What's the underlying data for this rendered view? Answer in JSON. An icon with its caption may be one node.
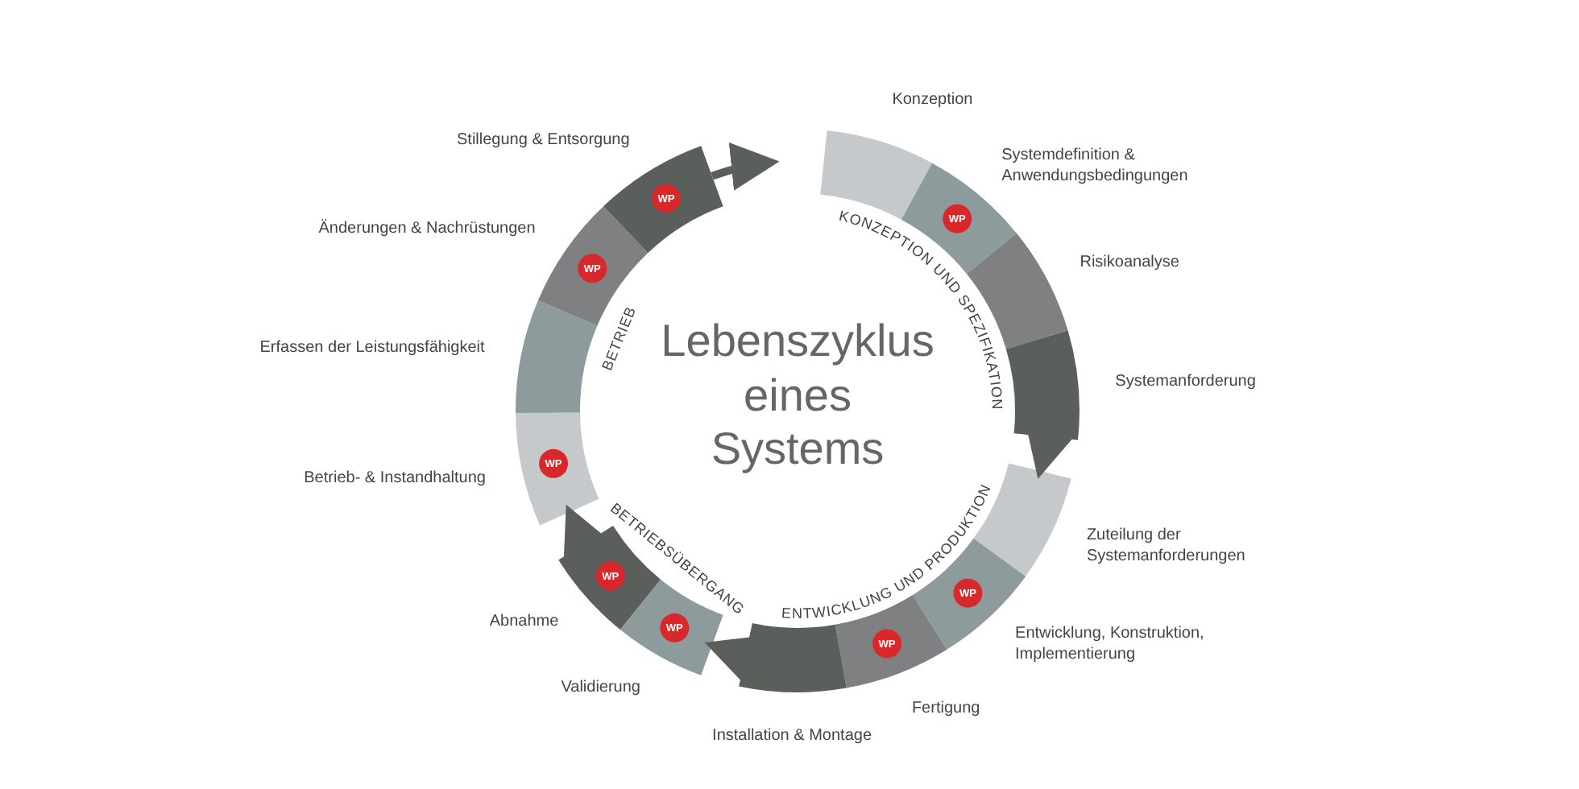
{
  "diagram": {
    "title": "Lebenszyklus eines Systems",
    "nodes": [
      {
        "text": [
          "KONZEPTION UND SPEZIFIKATION"
        ]
      },
      {
        "text": [],
        "shape": "bar",
        "in": 0,
        "beside": [
          "Konzeption"
        ]
      },
      {
        "text": [
          "WP"
        ],
        "in": 0,
        "beside": [
          "Systemdefinition & Anwendungsbedingungen"
        ]
      },
      {
        "text": [],
        "shape": "bar",
        "in": 0,
        "beside": [
          "Risikoanalyse"
        ]
      },
      {
        "text": [],
        "shape": "bar",
        "in": 0,
        "beside": [
          "Systemanforderung"
        ]
      },
      {
        "text": [
          "ENTWICKLUNG UND PRODUKTION"
        ]
      },
      {
        "text": [],
        "shape": "bar",
        "in": 5,
        "beside": [
          "Zuteilung der Systemanforderungen"
        ]
      },
      {
        "text": [
          "WP"
        ],
        "in": 5,
        "beside": [
          "Entwicklung, Konstruktion, Implementierung"
        ]
      },
      {
        "text": [
          "WP"
        ],
        "in": 5,
        "beside": [
          "Fertigung"
        ]
      },
      {
        "text": [],
        "shape": "bar",
        "in": 5,
        "beside": [
          "Installation & Montage"
        ]
      },
      {
        "text": [
          "BETRIEBSÜBERGANG"
        ]
      },
      {
        "text": [
          "WP"
        ],
        "in": 10,
        "beside": [
          "Validierung"
        ]
      },
      {
        "text": [
          "WP"
        ],
        "in": 10,
        "beside": [
          "Abnahme"
        ]
      },
      {
        "text": [
          "BETRIEB"
        ]
      },
      {
        "text": [
          "WP"
        ],
        "in": 13,
        "beside": [
          "Betrieb- & Instandhaltung"
        ]
      },
      {
        "text": [],
        "shape": "bar",
        "in": 13,
        "beside": [
          "Erfassen der Leistungsfähigkeit"
        ]
      },
      {
        "text": [
          "WP"
        ],
        "in": 13,
        "beside": [
          "Änderungen & Nachrüstungen"
        ]
      },
      {
        "text": [
          "WP"
        ],
        "in": 13,
        "beside": [
          "Stillegung & Entsorgung"
        ]
      }
    ],
    "edges": [
      {
        "from": 0,
        "to": 5,
        "arrow": "to"
      },
      {
        "from": 5,
        "to": 10,
        "arrow": "to"
      },
      {
        "from": 10,
        "to": 13,
        "arrow": "to"
      },
      {
        "from": 17,
        "to": null,
        "arrow": "to"
      }
    ]
  }
}
